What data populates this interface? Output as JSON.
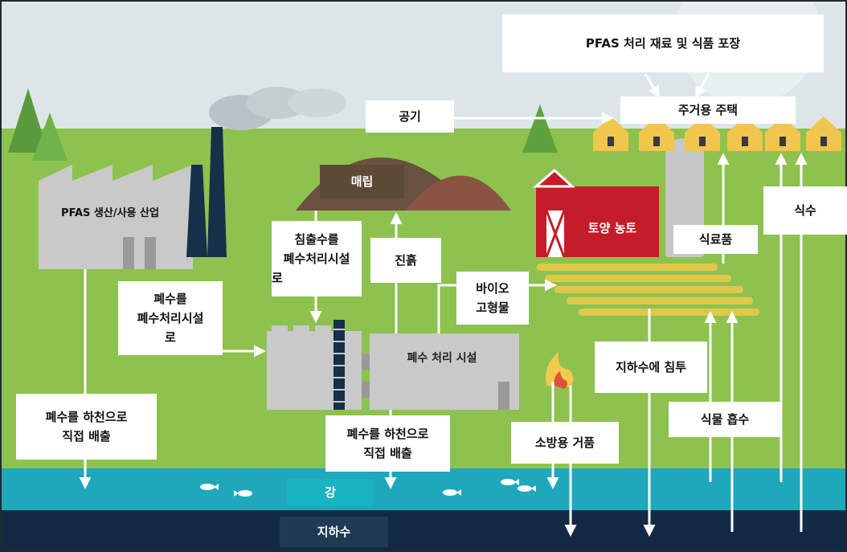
{
  "colors": {
    "sky": "#dde7ea",
    "grass": "#8ec24f",
    "river": "#1fa7bb",
    "groundwater": "#132a45",
    "factory": "#c9c9c9",
    "smokestack": "#163049",
    "landfill": "#6b5140",
    "barn": "#c41c2a",
    "crops": "#e0c84a",
    "houses": "#f1c64c"
  },
  "labels": {
    "industry": "PFAS 생산/사용 산업",
    "air": "공기",
    "landfill": "매립",
    "packaging": "PFAS 처리 재료 및 식품 포장",
    "residential": "주거용 주택",
    "soil_farm": "토양 농토",
    "food": "식료품",
    "drinking_water": "식수",
    "leachate_lines": [
      "침출수를",
      "폐수처리시설",
      "로"
    ],
    "dust": "진흙",
    "biosolids_lines": [
      "바이오",
      "고형물"
    ],
    "wastewater_to_plant_lines": [
      "폐수를",
      "폐수처리시설",
      "로"
    ],
    "wwtp": "폐수 처리 시설",
    "groundwater_infiltration": "지하수에 침투",
    "direct_discharge_left_lines": [
      "폐수를 하천으로",
      "직접 배출"
    ],
    "direct_discharge_center_lines": [
      "폐수를 하천으로",
      "직접 배출"
    ],
    "firefighting_foam": "소방용 거품",
    "plant_uptake": "식물 흡수",
    "river": "강",
    "groundwater": "지하수"
  }
}
